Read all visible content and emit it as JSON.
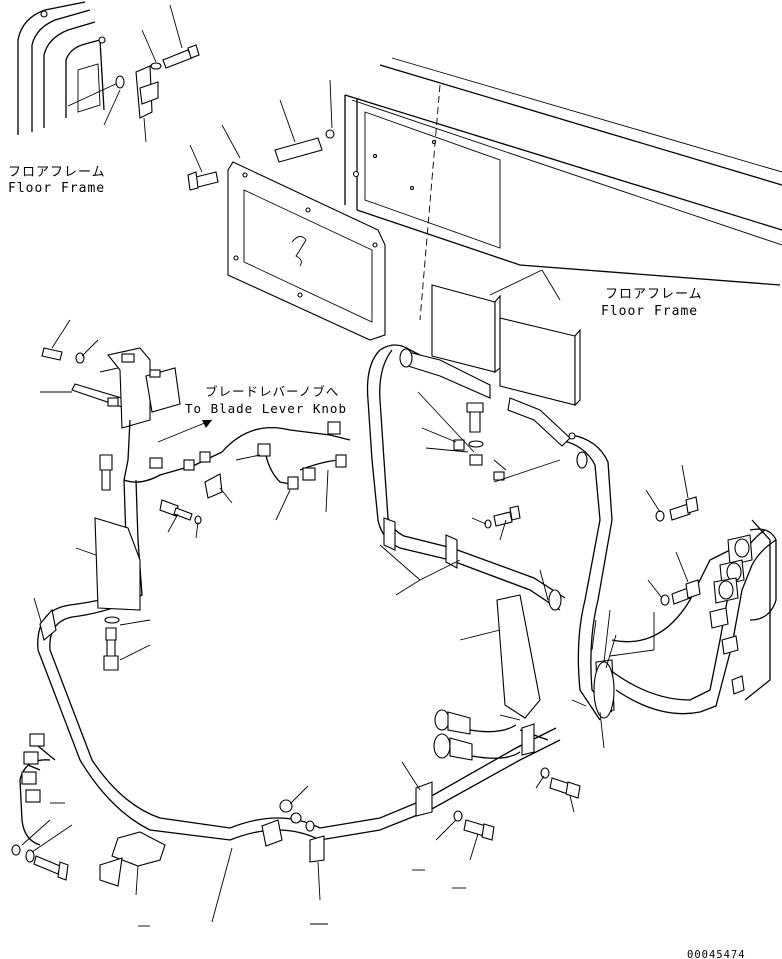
{
  "labels": {
    "floor_frame_left_jp": "フロアフレーム",
    "floor_frame_left_en": "Floor Frame",
    "floor_frame_right_jp": "フロアフレーム",
    "floor_frame_right_en": "Floor Frame",
    "blade_knob_jp": "ブレードレバーノブへ",
    "blade_knob_en": "To Blade Lever Knob",
    "drawing_number": "00045474"
  }
}
